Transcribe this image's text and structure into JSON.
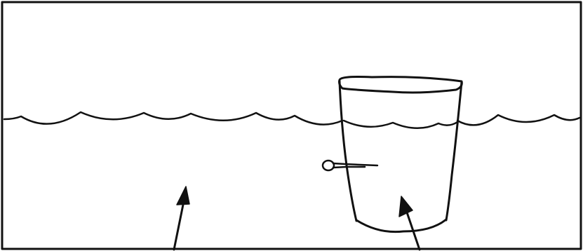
{
  "diagram": {
    "elements": [
      "water-surface",
      "cup",
      "cup-water-line",
      "thermometer",
      "arrow-water",
      "arrow-cup"
    ],
    "colors": {
      "background": "#ffffff",
      "ink": "#111111"
    }
  }
}
